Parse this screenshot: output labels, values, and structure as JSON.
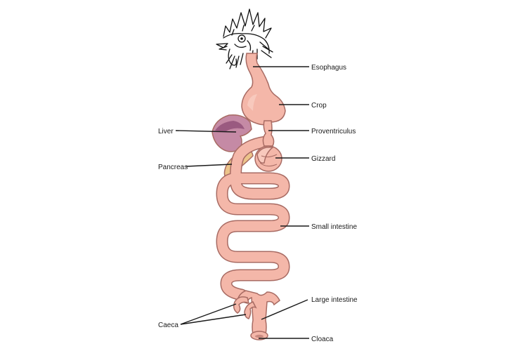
{
  "labels": {
    "esophagus": "Esophagus",
    "crop": "Crop",
    "liver": "Liver",
    "proventriculus": "Proventriculus",
    "pancreas": "Pancreas",
    "gizzard": "Gizzard",
    "small_intestine": "Small intestine",
    "large_intestine": "Large intestine",
    "caeca": "Caeca",
    "cloaca": "Cloaca"
  },
  "colors": {
    "digestive_tract": "#f4b7a9",
    "tract_outline": "#a86b63",
    "liver": "#c58aa5",
    "liver_dark": "#9a5a80",
    "pancreas": "#ecc48a",
    "label_text": "#1a1a1a"
  },
  "icons": {
    "head": "chicken-head-icon"
  }
}
